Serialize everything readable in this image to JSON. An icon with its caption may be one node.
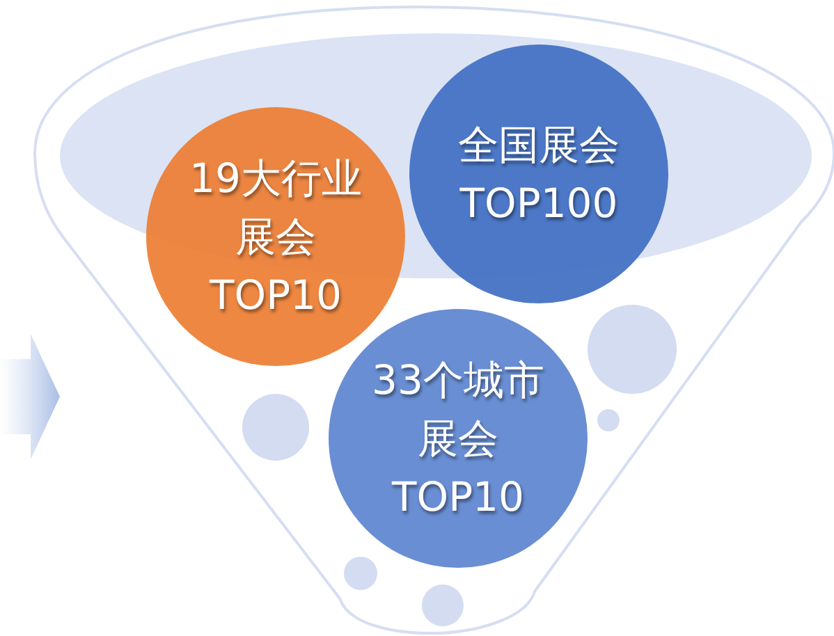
{
  "diagram": {
    "nodes": [
      {
        "text": [
          "19大行业展会",
          "TOP10"
        ]
      },
      {
        "text": [
          "全国展会",
          "TOP100"
        ]
      },
      {
        "text": [
          "33个城市展会",
          "TOP10"
        ]
      },
      {
        "text": [],
        "shape": "circle"
      },
      {
        "text": [],
        "shape": "circle"
      },
      {
        "text": [],
        "shape": "circle"
      },
      {
        "text": [],
        "shape": "circle"
      },
      {
        "text": [],
        "shape": "circle"
      }
    ]
  }
}
